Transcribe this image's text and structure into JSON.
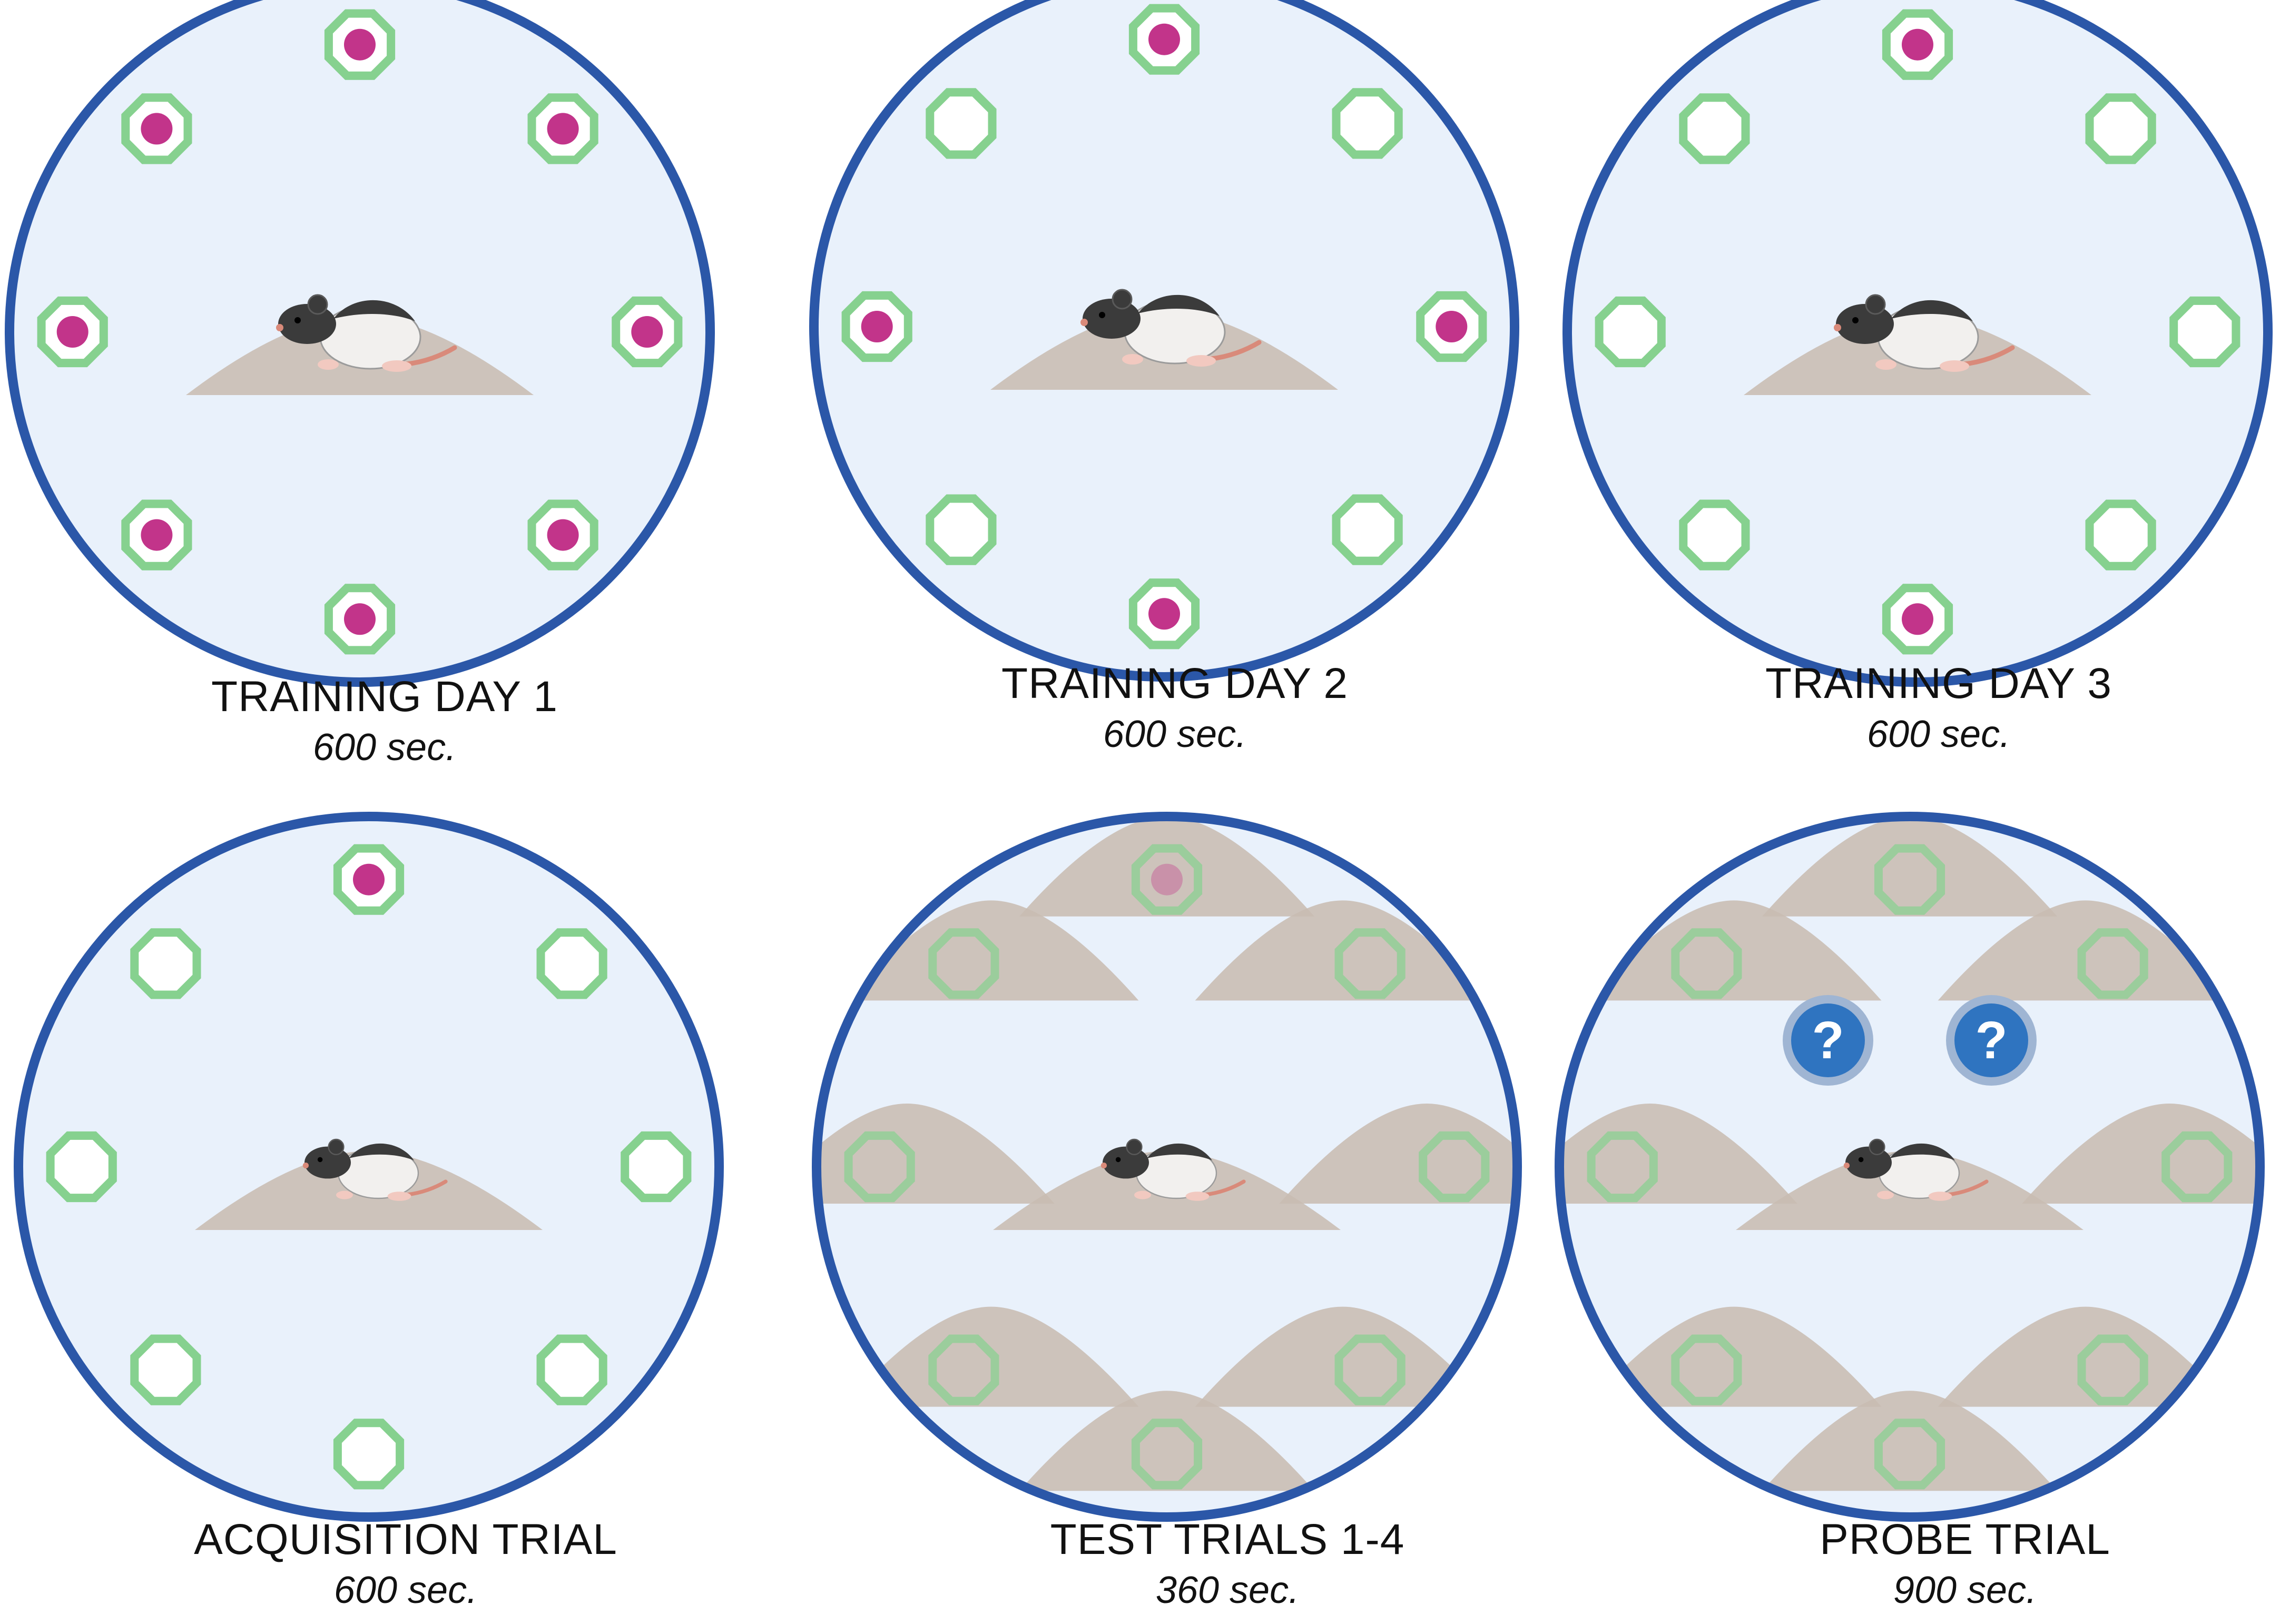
{
  "colors": {
    "arena_fill": "#e9f1fb",
    "arena_border": "#2b57a8",
    "well_ring": "#86d18f",
    "bait": "#c2348a",
    "sand": "#c8bcb2",
    "question_badge": "#2f74c0"
  },
  "icons": {
    "rat": "rat-icon",
    "well": "octagon-well-icon",
    "bait": "bait-dot-icon",
    "sand": "sand-mound-icon",
    "question": "question-mark-icon"
  },
  "panels": [
    {
      "title": "TRAINING DAY 1",
      "duration": "600 sec.",
      "baited_wells": 8,
      "wells_covered_by_sand": false,
      "question_marks": 0
    },
    {
      "title": "TRAINING DAY 2",
      "duration": "600 sec.",
      "baited_wells": 4,
      "wells_covered_by_sand": false,
      "question_marks": 0
    },
    {
      "title": "TRAINING DAY 3",
      "duration": "600 sec.",
      "baited_wells": 2,
      "wells_covered_by_sand": false,
      "question_marks": 0
    },
    {
      "title": "ACQUISITION TRIAL",
      "duration": "600 sec.",
      "baited_wells": 1,
      "wells_covered_by_sand": false,
      "question_marks": 0
    },
    {
      "title": "TEST TRIALS 1-4",
      "duration": "360 sec.",
      "baited_wells": 1,
      "wells_covered_by_sand": true,
      "question_marks": 0
    },
    {
      "title": "PROBE TRIAL",
      "duration": "900 sec.",
      "baited_wells": 0,
      "wells_covered_by_sand": true,
      "question_marks": 2
    }
  ]
}
